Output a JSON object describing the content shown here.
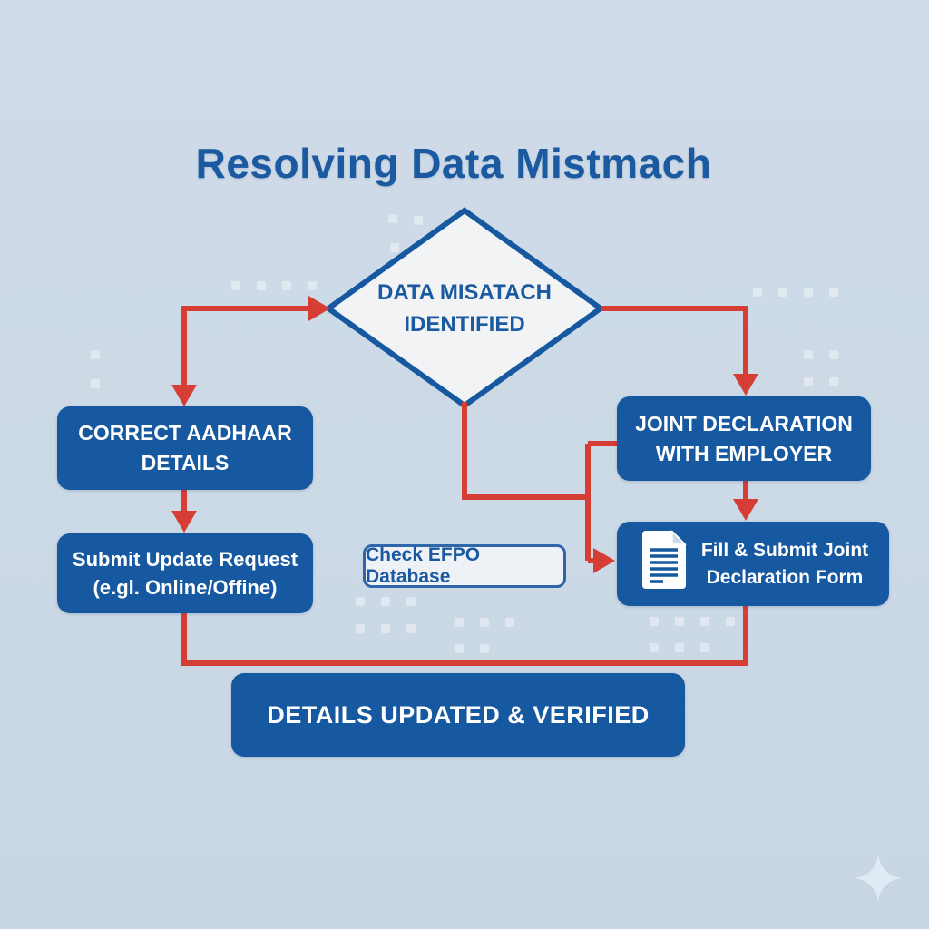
{
  "title": "Resolving Data Mistmach",
  "colors": {
    "background": "#CCD9E6",
    "primary_blue": "#1659A0",
    "arrow_red": "#D63D35",
    "diamond_fill": "#F1F3F5",
    "text_on_blue": "#FFFFFF",
    "outline_box_fill": "#EEF1F5"
  },
  "flowchart": {
    "decision": {
      "line1": "DATA MISATACH",
      "line2": "IDENTIFIED"
    },
    "correct_aadhaar": {
      "line1": "CORRECT AADHAAR",
      "line2": "DETAILS"
    },
    "submit_update": {
      "line1": "Submit Update Request",
      "line2": "(e.gl. Online/Offine)"
    },
    "joint_declaration": {
      "line1": "JOINT DECLARATION",
      "line2": "WITH EMPLOYER"
    },
    "fill_submit": {
      "line1": "Fill & Submit Joint",
      "line2": "Declaration Form"
    },
    "check_db": "Check EFPO Database",
    "final": "DETAILS UPDATED & VERIFIED"
  },
  "icons": {
    "document": "document-icon",
    "sparkle": "sparkle-icon"
  }
}
